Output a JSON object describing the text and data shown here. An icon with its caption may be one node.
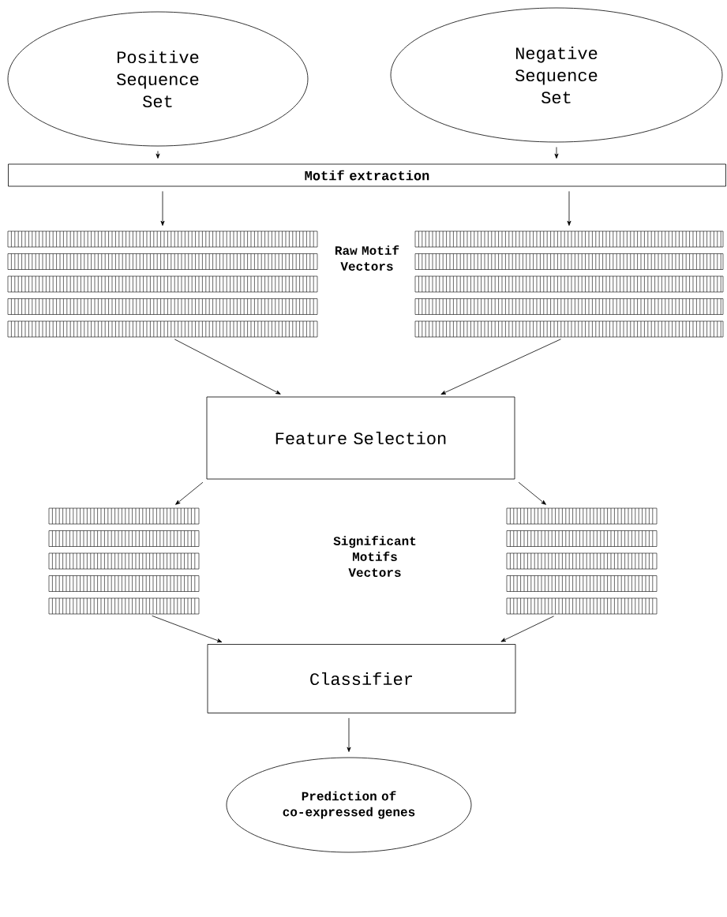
{
  "diagram": {
    "nodes": [
      {
        "text": [
          "Positive Sequence Set"
        ]
      },
      {
        "text": [
          "Negative Sequence Set"
        ]
      },
      {
        "text": [
          "Motif extraction"
        ]
      },
      {
        "text": [],
        "shape": "bar"
      },
      {
        "text": [],
        "shape": "bar"
      },
      {
        "text": [
          "Feature Selection"
        ]
      },
      {
        "text": [],
        "shape": "bar"
      },
      {
        "text": [],
        "shape": "bar"
      },
      {
        "text": [
          "Classifier"
        ]
      },
      {
        "text": [
          "Prediction of co-expressed genes"
        ]
      }
    ],
    "edges": [
      {
        "from": 0,
        "to": 2,
        "arrow": "to"
      },
      {
        "from": 1,
        "to": 2,
        "arrow": "to"
      },
      {
        "from": 2,
        "to": 3,
        "arrow": "to"
      },
      {
        "from": 2,
        "to": 4,
        "arrow": "to"
      },
      {
        "from": 3,
        "to": 5,
        "arrow": "to"
      },
      {
        "from": 4,
        "to": 5,
        "arrow": "to"
      },
      {
        "from": 5,
        "to": 6,
        "arrow": "to"
      },
      {
        "from": 5,
        "to": 7,
        "arrow": "to"
      },
      {
        "from": 6,
        "to": 8,
        "arrow": "to"
      },
      {
        "from": 7,
        "to": 8,
        "arrow": "to"
      },
      {
        "from": 8,
        "to": 9,
        "arrow": "to"
      }
    ],
    "labels": [
      "Raw Motif Vectors",
      "Significant Motifs Vectors"
    ]
  }
}
